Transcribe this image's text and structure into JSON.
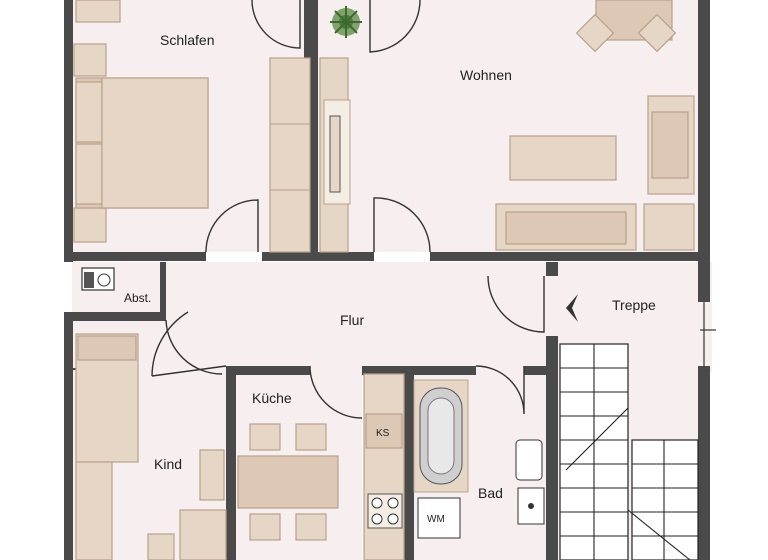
{
  "rooms": {
    "schlafen": "Schlafen",
    "wohnen": "Wohnen",
    "abst": "Abst.",
    "flur": "Flur",
    "treppe": "Treppe",
    "kueche": "Küche",
    "kind": "Kind",
    "bad": "Bad"
  },
  "appliances": {
    "ks": "KS",
    "wm": "WM"
  },
  "colors": {
    "floor": "#f7eef0",
    "wall": "#4a4a4a",
    "furniture": "#e6d6c6",
    "furniture_stroke": "#b8a18a"
  }
}
